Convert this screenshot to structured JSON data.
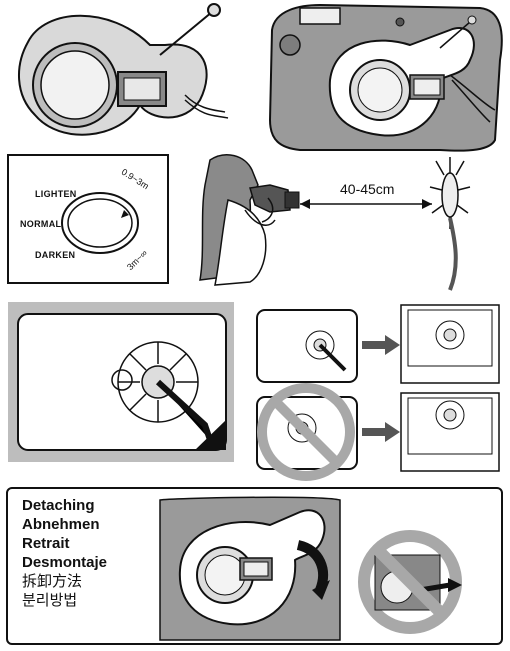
{
  "dial": {
    "lighten": "LIGHTEN",
    "normal": "NORMAL",
    "darken": "DARKEN",
    "range_near": "0.9~3m",
    "range_far": "3m~∞"
  },
  "distance": "40-45cm",
  "detaching": {
    "en": "Detaching",
    "de": "Abnehmen",
    "fr": "Retrait",
    "es": "Desmontaje",
    "zh": "拆卸方法",
    "ko": "분리방법"
  }
}
